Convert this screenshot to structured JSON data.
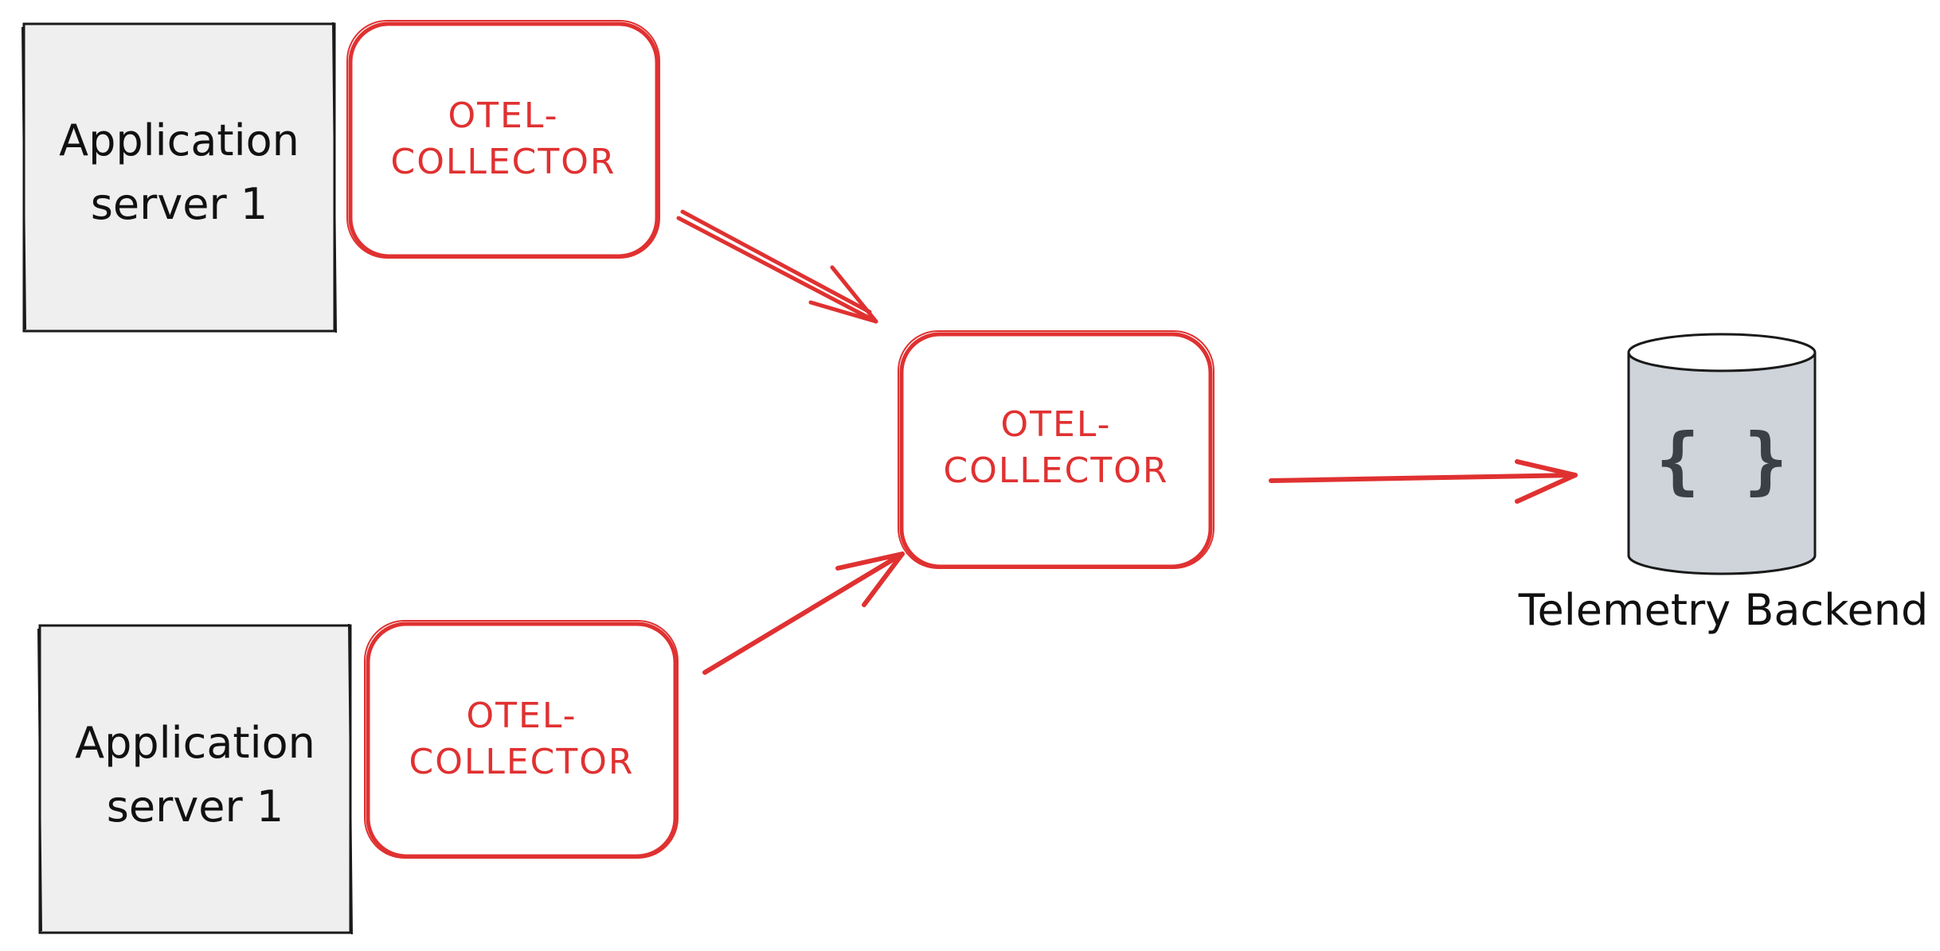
{
  "colors": {
    "server_fill": "#efefef",
    "server_stroke": "#1a1a1a",
    "collector_stroke": "#e03131",
    "arrow": "#e03131",
    "database_fill": "#ced4da",
    "database_stroke": "#1a1a1a",
    "text_dark": "#111111",
    "text_red": "#e03131"
  },
  "servers": [
    {
      "line1": "Application",
      "line2": "server 1"
    },
    {
      "line1": "Application",
      "line2": "server 1"
    }
  ],
  "collectors": [
    {
      "line1": "OTEL-",
      "line2": "COLLECTOR"
    },
    {
      "line1": "OTEL-",
      "line2": "COLLECTOR"
    },
    {
      "line1": "OTEL-",
      "line2": "COLLECTOR"
    }
  ],
  "backend": {
    "label": "Telemetry Backend",
    "icon": "json-braces-icon",
    "icon_text": "{ }"
  }
}
